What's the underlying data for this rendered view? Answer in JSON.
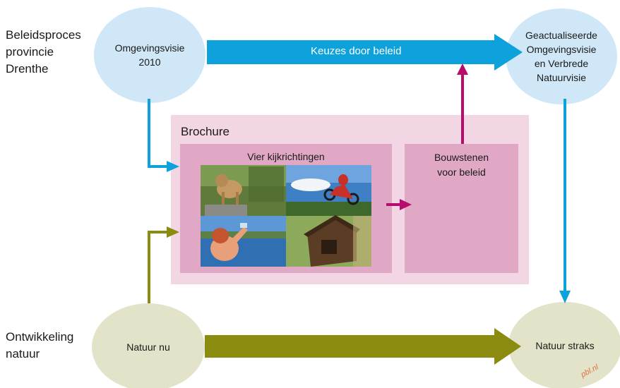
{
  "left_labels": {
    "policy": "Beleidsproces\nprovincie\nDrenthe",
    "nature": "Ontwikkeling\nnatuur"
  },
  "nodes": {
    "omgevingsvisie": "Omgevingsvisie\n2010",
    "geactualiseerde": "Geactualiseerde\nOmgevingsvisie\nen Verbrede\nNatuurvisie",
    "natuur_nu": "Natuur nu",
    "natuur_straks": "Natuur straks"
  },
  "arrows": {
    "top_label": "Keuzes door beleid"
  },
  "brochure": {
    "title": "Brochure",
    "vier_kijkrichtingen": "Vier kijkrichtingen",
    "bouwstenen": "Bouwstenen\nvoor beleid"
  },
  "photos": [
    {
      "name": "lynx-photo"
    },
    {
      "name": "motocross-photo"
    },
    {
      "name": "swimmer-photo"
    },
    {
      "name": "treehouse-photo"
    }
  ],
  "watermark": "pbl.nl",
  "colors": {
    "blue_arrow": "#0ea2dc",
    "ellipse_blue": "#cfe7f6",
    "ellipse_green": "#e2e3c9",
    "olive_arrow": "#8a8b0f",
    "magenta_arrow": "#b80c6c",
    "brochure_bg": "#f3d6e3",
    "inner_box": "#e0a8c4"
  }
}
